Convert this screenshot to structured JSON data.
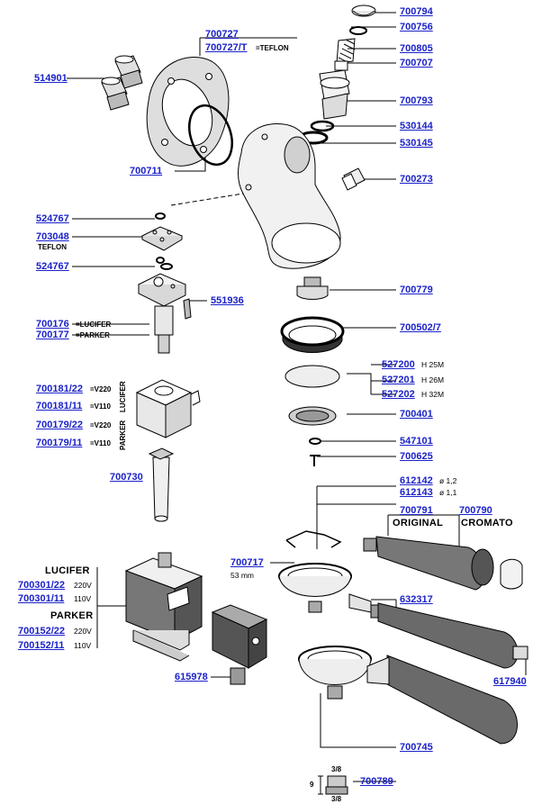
{
  "callouts": [
    {
      "id": "700794",
      "label": "700794"
    },
    {
      "id": "700756",
      "label": "700756"
    },
    {
      "id": "700805",
      "label": "700805"
    },
    {
      "id": "700707",
      "label": "700707"
    },
    {
      "id": "700727",
      "label": "700727"
    },
    {
      "id": "700727T",
      "label": "700727/T",
      "note": "=TEFLON"
    },
    {
      "id": "514901",
      "label": "514901"
    },
    {
      "id": "700793",
      "label": "700793"
    },
    {
      "id": "530144",
      "label": "530144"
    },
    {
      "id": "530145",
      "label": "530145"
    },
    {
      "id": "700711",
      "label": "700711"
    },
    {
      "id": "700273",
      "label": "700273"
    },
    {
      "id": "524767a",
      "label": "524767"
    },
    {
      "id": "703048",
      "label": "703048",
      "note": "TEFLON"
    },
    {
      "id": "524767b",
      "label": "524767"
    },
    {
      "id": "551936",
      "label": "551936"
    },
    {
      "id": "700176",
      "label": "700176",
      "note": "=LUCIFER"
    },
    {
      "id": "700177",
      "label": "700177",
      "note": "=PARKER"
    },
    {
      "id": "700779",
      "label": "700779"
    },
    {
      "id": "7005027",
      "label": "700502/7"
    },
    {
      "id": "527200",
      "label": "527200",
      "note": "H 25M"
    },
    {
      "id": "527201",
      "label": "527201",
      "note": "H 26M"
    },
    {
      "id": "527202",
      "label": "527202",
      "note": "H 32M"
    },
    {
      "id": "70018122",
      "label": "700181/22",
      "note": "=V220"
    },
    {
      "id": "70018111",
      "label": "700181/11",
      "note": "=V110"
    },
    {
      "id": "70017922",
      "label": "700179/22",
      "note": "=V220"
    },
    {
      "id": "70017911",
      "label": "700179/11",
      "note": "=V110"
    },
    {
      "id": "700401",
      "label": "700401"
    },
    {
      "id": "547101",
      "label": "547101"
    },
    {
      "id": "700625",
      "label": "700625"
    },
    {
      "id": "700730",
      "label": "700730"
    },
    {
      "id": "612142",
      "label": "612142",
      "note": "ø 1,2"
    },
    {
      "id": "612143",
      "label": "612143",
      "note": "ø 1,1"
    },
    {
      "id": "700791",
      "label": "700791"
    },
    {
      "id": "700790",
      "label": "700790"
    },
    {
      "id": "700717",
      "label": "700717",
      "note": "53 mm"
    },
    {
      "id": "632317",
      "label": "632317"
    },
    {
      "id": "70030122",
      "label": "700301/22",
      "note": "220V"
    },
    {
      "id": "70030111",
      "label": "700301/11",
      "note": "110V"
    },
    {
      "id": "70015222",
      "label": "700152/22",
      "note": "220V"
    },
    {
      "id": "70015211",
      "label": "700152/11",
      "note": "110V"
    },
    {
      "id": "615978",
      "label": "615978"
    },
    {
      "id": "617940",
      "label": "617940"
    },
    {
      "id": "700745",
      "label": "700745"
    },
    {
      "id": "700789",
      "label": "700789"
    }
  ],
  "headers": {
    "lucifer": "LUCIFER",
    "parker": "PARKER",
    "original": "ORIGINAL",
    "cromato": "CROMATO",
    "coil_lucifer": "LUCIFER",
    "coil_parker": "PARKER"
  },
  "fitting": {
    "top": "3/8",
    "bottom": "3/8",
    "side": "9"
  }
}
